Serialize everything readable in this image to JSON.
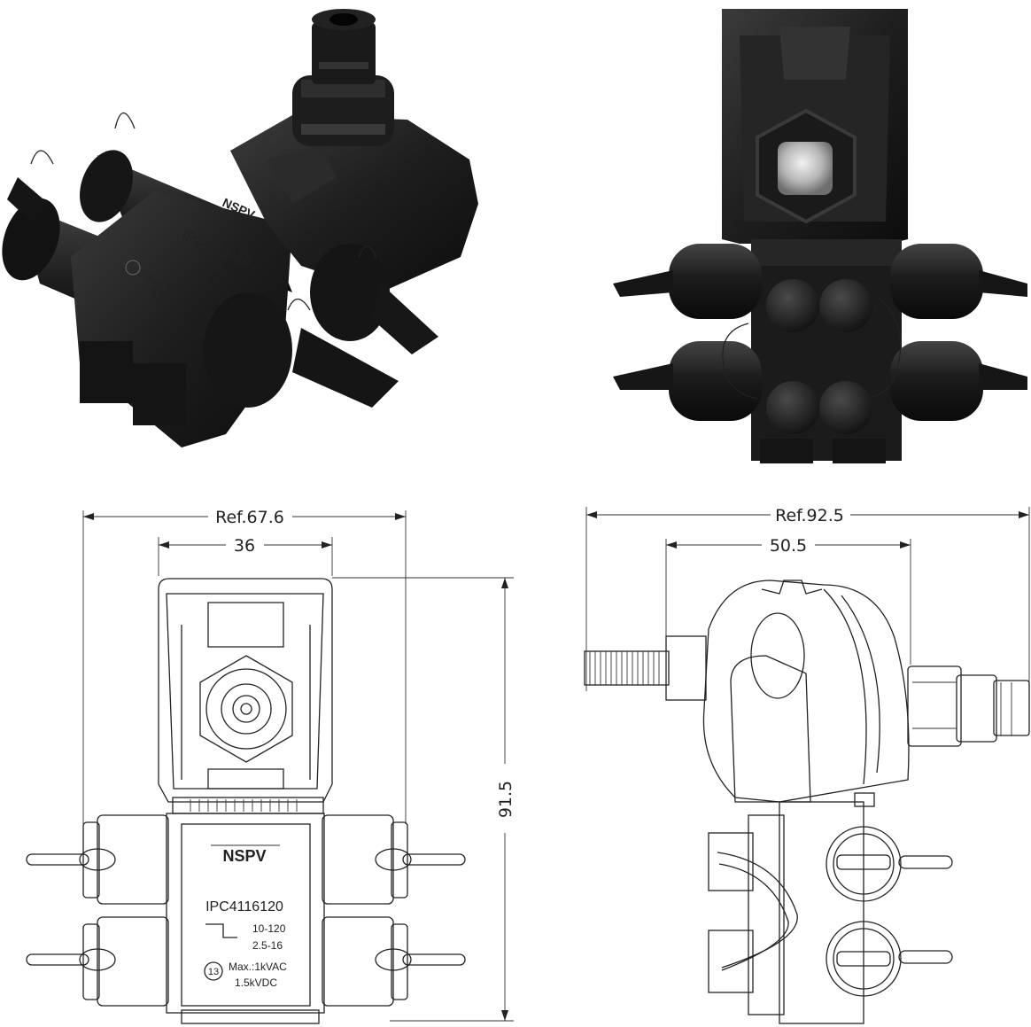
{
  "product_marks": {
    "brand": "NSPV",
    "model": "IPC4116120",
    "main_range": "10-120",
    "tap_range": "2.5-16",
    "wrench_size": "13",
    "voltage_ac": "Max.:1kVAC",
    "voltage_dc": "1.5kVDC"
  },
  "dimensions": {
    "front_total_width": "Ref.67.6",
    "front_body_width": "36",
    "front_height": "91.5",
    "side_total_width": "Ref.92.5",
    "side_body_width": "50.5"
  },
  "colors": {
    "photo_body": "#1c1c1c",
    "photo_highlight": "#3a3a3a",
    "drawing_line": "#222222"
  }
}
